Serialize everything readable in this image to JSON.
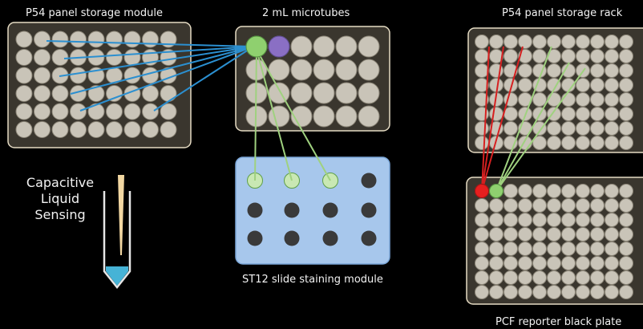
{
  "labels": {
    "p54_module": "P54 panel storage module",
    "microtubes": "2 mL microtubes",
    "p54_rack": "P54 panel storage rack",
    "capacitive_line1": "Capacitive",
    "capacitive_line2": "Liquid",
    "capacitive_line3": "Sensing",
    "st12": "ST12 slide staining module",
    "pcf": "PCF reporter black plate"
  },
  "colors": {
    "background": "#000000",
    "plate_fill": "#3a362e",
    "plate_stroke": "#e6dcc4",
    "well_fill": "#c9c4b8",
    "blue_line": "#2b8fd0",
    "green_line": "#9fd17f",
    "red_line": "#d62020",
    "staining_fill": "#a7c7ec",
    "staining_dot": "#3a3a3a",
    "green_tube": "#8fd06f",
    "purple_tube": "#8a6fc4",
    "liquid": "#46b3d6",
    "tip": "#f2d7a2"
  }
}
